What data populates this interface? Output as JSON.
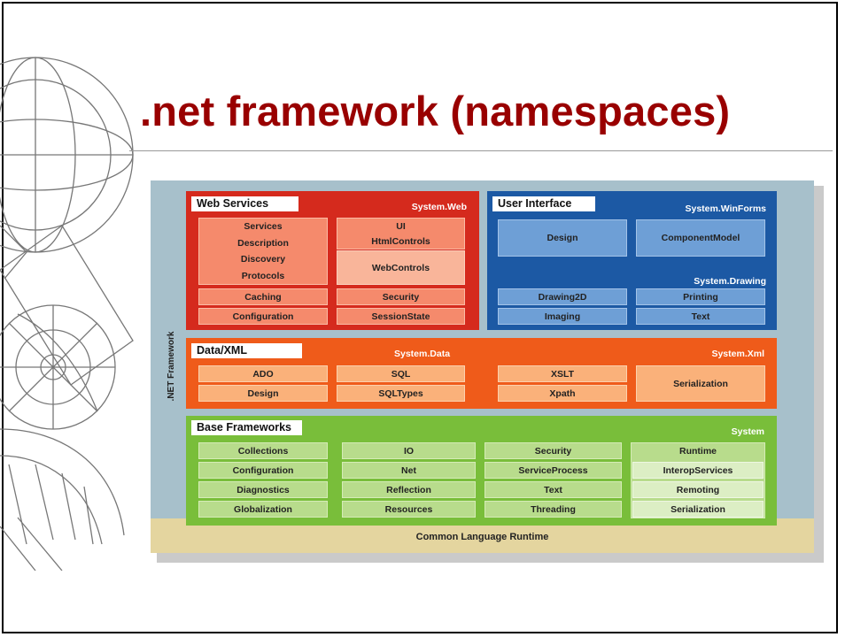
{
  "slide": {
    "title": ".net framework (namespaces)"
  },
  "diagram": {
    "side_label": ".NET Framework",
    "runtime_label": "Common Language Runtime",
    "web": {
      "tab": "Web Services",
      "namespace": "System.Web",
      "services_stack": [
        "Services",
        "Description",
        "Discovery",
        "Protocols"
      ],
      "ui_stack": [
        "UI",
        "HtmlControls"
      ],
      "webcontrols": "WebControls",
      "caching": "Caching",
      "configuration": "Configuration",
      "security": "Security",
      "sessionstate": "SessionState"
    },
    "ui": {
      "tab": "User Interface",
      "namespace_winforms": "System.WinForms",
      "design": "Design",
      "componentmodel": "ComponentModel",
      "namespace_drawing": "System.Drawing",
      "drawing2d": "Drawing2D",
      "printing": "Printing",
      "imaging": "Imaging",
      "text": "Text"
    },
    "data": {
      "tab": "Data/XML",
      "namespace_data": "System.Data",
      "namespace_xml": "System.Xml",
      "ado": "ADO",
      "sql": "SQL",
      "design": "Design",
      "sqltypes": "SQLTypes",
      "xslt": "XSLT",
      "xpath": "Xpath",
      "serialization": "Serialization"
    },
    "base": {
      "tab": "Base Frameworks",
      "namespace": "System",
      "col1": [
        "Collections",
        "Configuration",
        "Diagnostics",
        "Globalization"
      ],
      "col2": [
        "IO",
        "Net",
        "Reflection",
        "Resources"
      ],
      "col3": [
        "Security",
        "ServiceProcess",
        "Text",
        "Threading"
      ],
      "runtime": "Runtime",
      "runtime_sub": [
        "InteropServices",
        "Remoting",
        "Serialization"
      ]
    }
  },
  "colors": {
    "title": "#990000",
    "web_panel": "#d52a1d",
    "ui_panel": "#1c59a4",
    "data_panel": "#ef5b1a",
    "base_panel": "#79be3a",
    "background": "#a7c0cb",
    "runtime_band": "#e4d59f"
  }
}
